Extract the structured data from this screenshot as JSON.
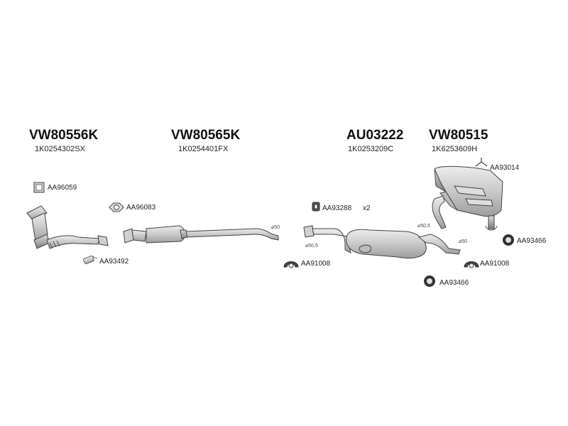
{
  "assemblies": [
    {
      "part_number": "VW80556K",
      "oe_number": "1K0254302SX"
    },
    {
      "part_number": "VW80565K",
      "oe_number": "1K0254401FX"
    },
    {
      "part_number": "AU03222",
      "oe_number": "1K0253209C"
    },
    {
      "part_number": "VW80515",
      "oe_number": "1K6253609H"
    }
  ],
  "labels": {
    "aa96059": "AA96059",
    "aa96083": "AA96083",
    "aa93492": "AA93492",
    "aa93288": "AA93288",
    "aa93288_qty": "x2",
    "aa91008_a": "AA91008",
    "aa91008_b": "AA91008",
    "aa93466_a": "AA93466",
    "aa93466_b": "AA93466",
    "aa93014": "AA93014"
  },
  "diameters": {
    "d50_front": "⌀50",
    "d505_left": "⌀50,5",
    "d505_right": "⌀50,5",
    "d50_right": "⌀50"
  }
}
